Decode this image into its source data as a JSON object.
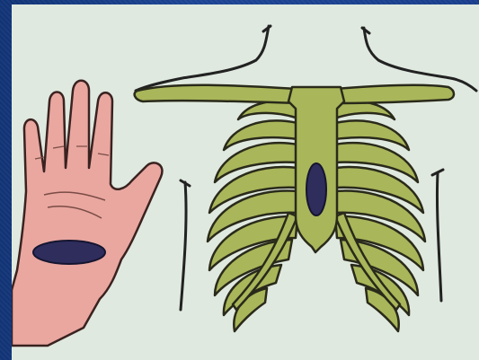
{
  "figure": {
    "palette": {
      "background_frame": "#1a3f8f",
      "panel": "#dfe9df",
      "bone_fill": "#a9b65a",
      "bone_stroke": "#2a2a1a",
      "skin_fill": "#e9a7a0",
      "skin_stroke": "#3a2220",
      "marker_fill": "#2f2d5c"
    },
    "parts": [
      "open-hand",
      "rib-cage",
      "sternum",
      "clavicles",
      "palm-marker",
      "sternum-marker"
    ]
  }
}
